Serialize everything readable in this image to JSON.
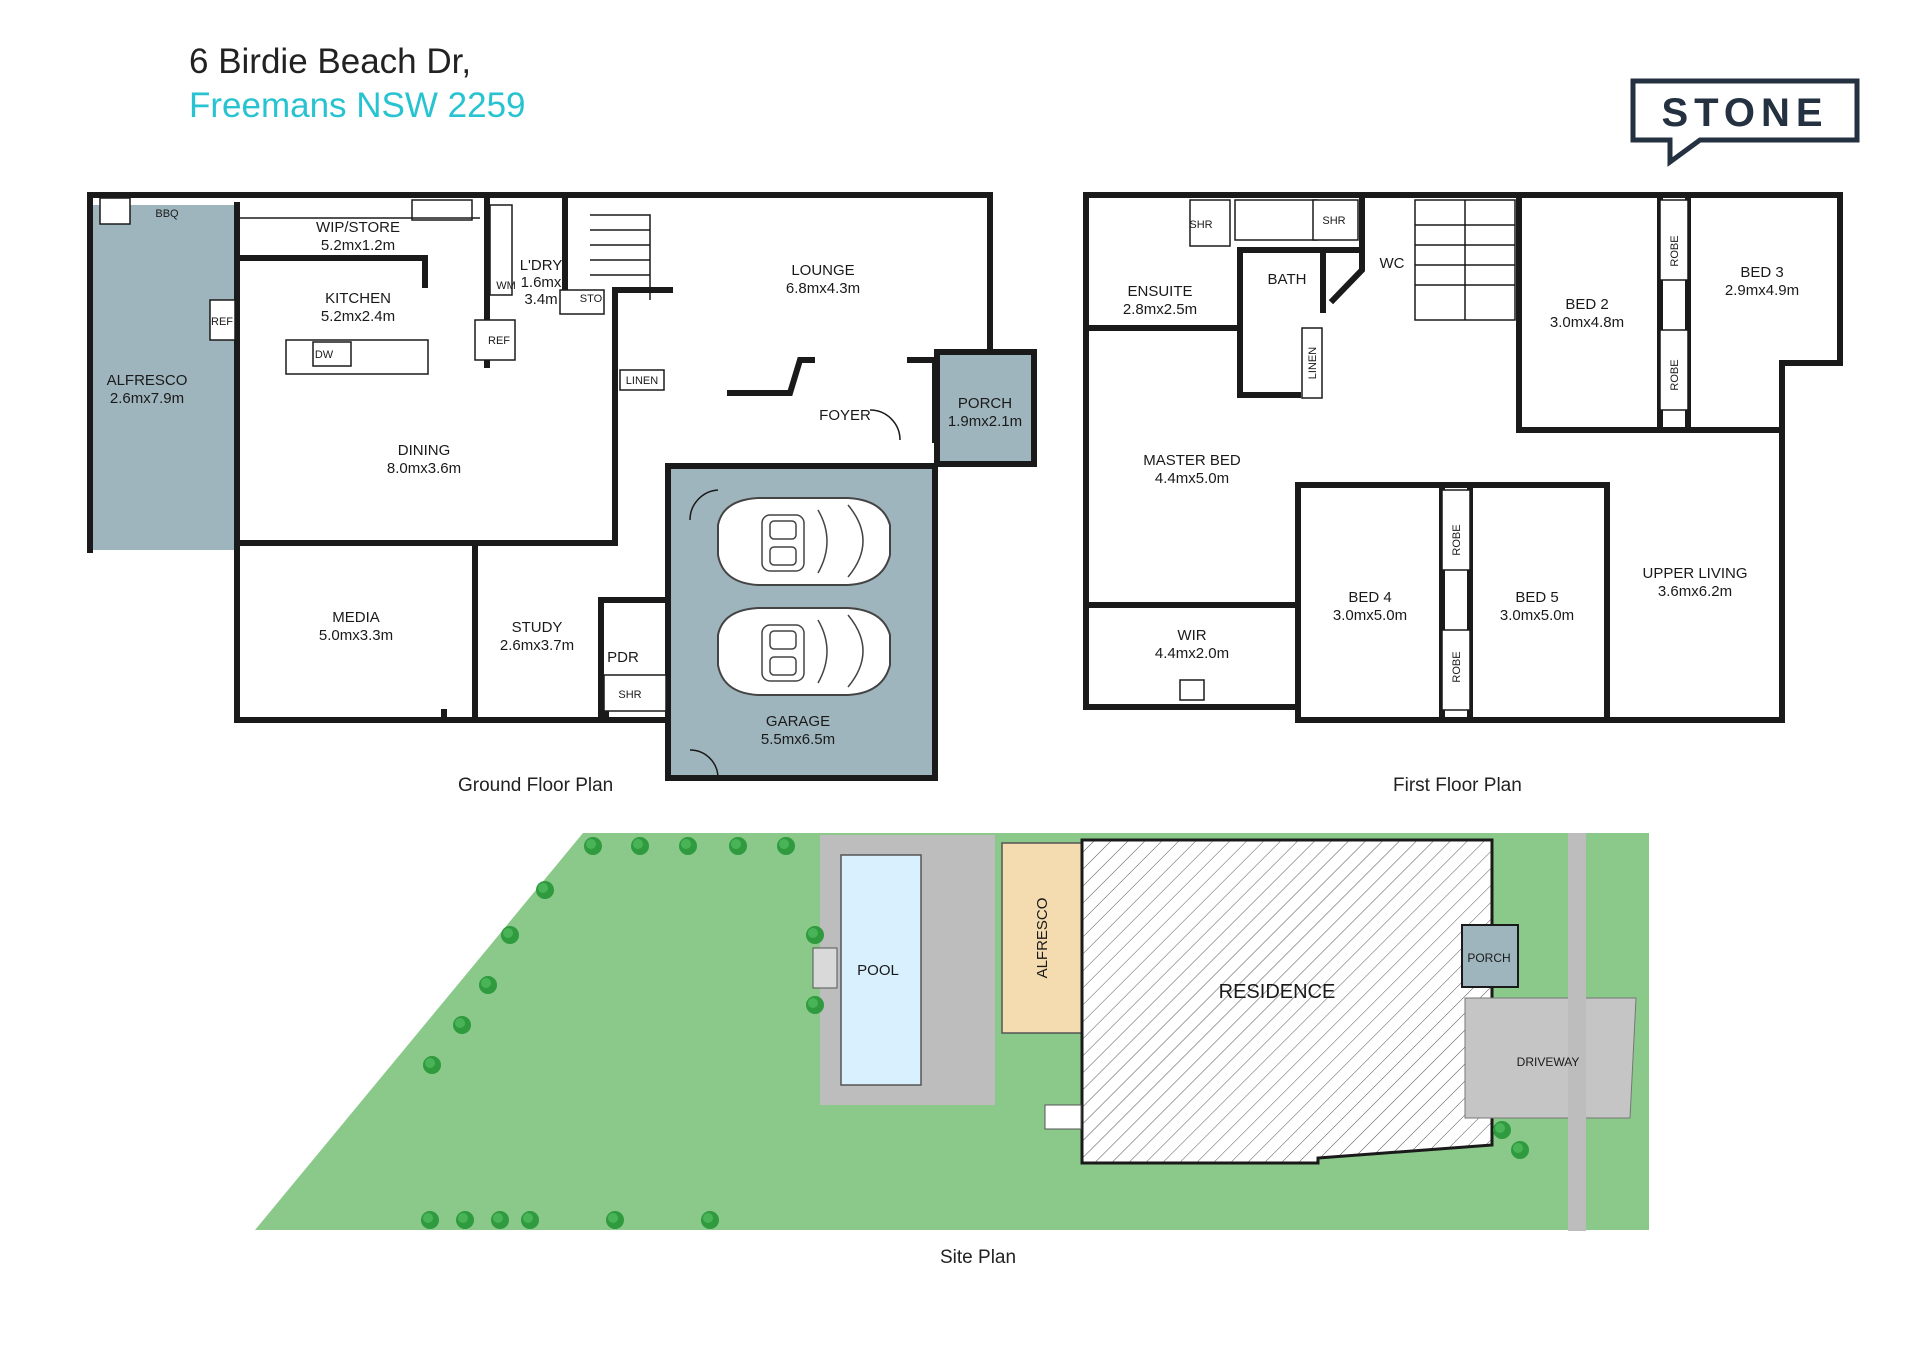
{
  "address": {
    "line1": "6 Birdie Beach Dr,",
    "line2": "Freemans NSW 2259"
  },
  "logo": {
    "text": "STONE"
  },
  "colors": {
    "accent": "#27c3d1",
    "wall": "#1a1a1a",
    "grey_room": "#9fb5bd",
    "lawn": "#8ac98a",
    "tree": "#2f9a3e",
    "pool": "#d9f0ff",
    "paving": "#bdbdbd",
    "alfresco_site": "#f5dcb0"
  },
  "ground_floor": {
    "caption": "Ground Floor Plan",
    "rooms": [
      {
        "id": "alfresco",
        "name": "ALFRESCO",
        "size": "2.6mx7.9m"
      },
      {
        "id": "wip",
        "name": "WIP/STORE",
        "size": "5.2mx1.2m"
      },
      {
        "id": "kitchen",
        "name": "KITCHEN",
        "size": "5.2mx2.4m"
      },
      {
        "id": "laundry",
        "name": "L'DRY",
        "size": "1.6mx",
        "size2": "3.4m"
      },
      {
        "id": "lounge",
        "name": "LOUNGE",
        "size": "6.8mx4.3m"
      },
      {
        "id": "dining",
        "name": "DINING",
        "size": "8.0mx3.6m"
      },
      {
        "id": "porch",
        "name": "PORCH",
        "size": "1.9mx2.1m"
      },
      {
        "id": "media",
        "name": "MEDIA",
        "size": "5.0mx3.3m"
      },
      {
        "id": "study",
        "name": "STUDY",
        "size": "2.6mx3.7m"
      },
      {
        "id": "garage",
        "name": "GARAGE",
        "size": "5.5mx6.5m"
      }
    ],
    "labels": {
      "foyer": "FOYER",
      "bbq": "BBQ",
      "ref1": "REF",
      "ref2": "REF",
      "dw": "DW",
      "wm": "WM",
      "sto": "STO",
      "linen": "LINEN",
      "pdr": "PDR",
      "shr": "SHR"
    }
  },
  "first_floor": {
    "caption": "First Floor Plan",
    "rooms": [
      {
        "id": "ensuite",
        "name": "ENSUITE",
        "size": "2.8mx2.5m"
      },
      {
        "id": "bed2",
        "name": "BED 2",
        "size": "3.0mx4.8m"
      },
      {
        "id": "bed3",
        "name": "BED 3",
        "size": "2.9mx4.9m"
      },
      {
        "id": "master",
        "name": "MASTER BED",
        "size": "4.4mx5.0m"
      },
      {
        "id": "wir",
        "name": "WIR",
        "size": "4.4mx2.0m"
      },
      {
        "id": "bed4",
        "name": "BED 4",
        "size": "3.0mx5.0m"
      },
      {
        "id": "bed5",
        "name": "BED 5",
        "size": "3.0mx5.0m"
      },
      {
        "id": "upper",
        "name": "UPPER LIVING",
        "size": "3.6mx6.2m"
      }
    ],
    "labels": {
      "bath": "BATH",
      "wc": "WC",
      "shr1": "SHR",
      "shr2": "SHR",
      "linen": "LINEN",
      "robe": "ROBE"
    }
  },
  "site_plan": {
    "caption": "Site Plan",
    "labels": {
      "pool": "POOL",
      "alfresco": "ALFRESCO",
      "residence": "RESIDENCE",
      "porch": "PORCH",
      "driveway": "DRIVEWAY"
    }
  }
}
